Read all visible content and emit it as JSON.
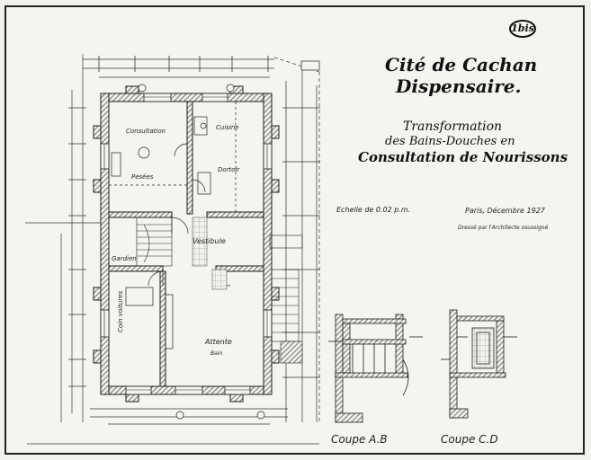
{
  "title": {
    "line1": "Cité de Cachan",
    "line2": "Dispensaire.",
    "sub1": "Transformation",
    "sub2": "des Bains-Douches en",
    "sub3": "Consultation de Nourissons"
  },
  "badge": "1bis",
  "scale": "Echelle de 0.02 p.m.",
  "date": "Paris, Décembre 1927",
  "dresse": "Dressé par l'Architecte soussigné",
  "rooms": {
    "consultation": "Consultation",
    "cuisine": "Cuisine",
    "dortoir": "Dortoir",
    "pesees": "Pesées",
    "vestibule": "Vestibule",
    "gardien": "Gardien",
    "attente": "Attente",
    "bain": "Bain",
    "coin_voitures": "Coin voitures"
  },
  "sections": {
    "a": "Coupe A.B",
    "c": "Coupe C.D"
  },
  "colors": {
    "paper": "#f4f4f1",
    "ink": "#1d1d1d",
    "wall_hatch": "#555555"
  }
}
